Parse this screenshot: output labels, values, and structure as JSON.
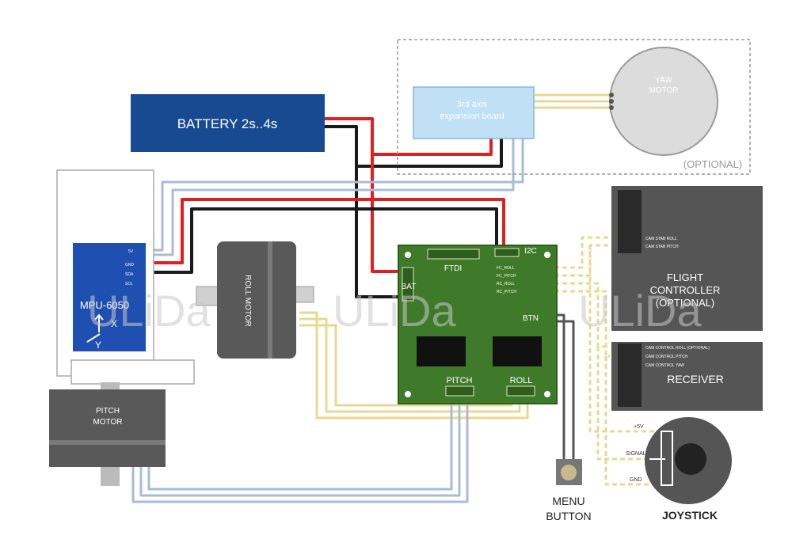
{
  "colors": {
    "background": "#ffffff",
    "battery": "#174a91",
    "controller": "#3f7a2a",
    "mpu": "#1f4fb0",
    "expansion": "#bfe0f5",
    "motor": "#595959",
    "panel": "#555555",
    "wire_red": "#e02020",
    "wire_black": "#1a1a1a",
    "wire_blue": "#aabbd8",
    "wire_yellow": "#e8d890"
  },
  "battery": {
    "label": "BATTERY 2s..4s"
  },
  "expansion_board": {
    "line1": "3rd axis",
    "line2": "expansion board"
  },
  "yaw_motor": {
    "line1": "YAW",
    "line2": "MOTOR",
    "note": "(OPTIONAL)"
  },
  "mpu": {
    "label": "MPU-6050",
    "pins": [
      "5V",
      "GND",
      "SDA",
      "SCL"
    ],
    "axis_x": "X",
    "axis_y": "Y"
  },
  "roll_motor": {
    "label": "ROLL MOTOR"
  },
  "pitch_motor": {
    "line1": "PITCH",
    "line2": "MOTOR"
  },
  "controller": {
    "bat": "BAT",
    "ftdi": "FTDI",
    "i2c": "I2C",
    "btn": "BTN",
    "pitch": "PITCH",
    "roll": "ROLL",
    "pins": [
      "FC_ROLL",
      "FC_PITCH",
      "RC_ROLL",
      "RC_PITCH"
    ]
  },
  "flight_controller": {
    "line1": "FLIGHT",
    "line2": "CONTROLLER",
    "line3": "(OPTIONAL)",
    "pin1": "CAM STAB ROLL",
    "pin2": "CAM STAB PITCH"
  },
  "receiver": {
    "label": "RECEIVER",
    "pins": [
      "CAM CONTROL ROLL (OPTIONAL)",
      "CAM CONTROL PITCH",
      "CAM CONTROL YAW"
    ]
  },
  "joystick": {
    "label": "JOYSTICK",
    "plus5v": "+5V",
    "signal": "SIGNAL",
    "gnd": "GND"
  },
  "menu_button": {
    "line1": "MENU",
    "line2": "BUTTON"
  },
  "watermark": "ULiDa"
}
